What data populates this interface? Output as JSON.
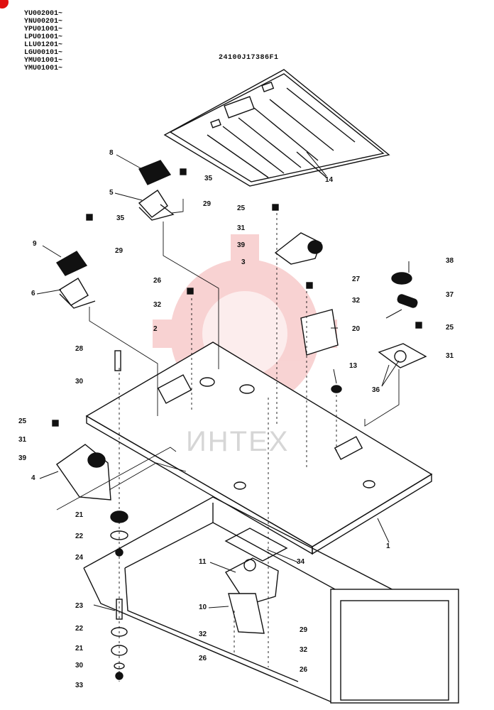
{
  "header": {
    "serial_numbers": [
      "YU002001~",
      "YNU00201~",
      "YPU01001~",
      "LPU01001~",
      "LLU01201~",
      "LGU00101~",
      "YMU01001~",
      "YMU01001~"
    ],
    "document_id": "24100J17386F1"
  },
  "watermark": {
    "text": "ИНТЕХ"
  },
  "diagram": {
    "callouts": [
      "14",
      "8",
      "35",
      "5",
      "29",
      "25",
      "35",
      "31",
      "39",
      "9",
      "29",
      "3",
      "38",
      "6",
      "26",
      "27",
      "37",
      "32",
      "32",
      "2",
      "20",
      "25",
      "28",
      "31",
      "13",
      "30",
      "36",
      "25",
      "31",
      "39",
      "4",
      "21",
      "1",
      "22",
      "24",
      "34",
      "11",
      "10",
      "23",
      "29",
      "22",
      "32",
      "32",
      "21",
      "26",
      "30",
      "26",
      "33"
    ]
  }
}
